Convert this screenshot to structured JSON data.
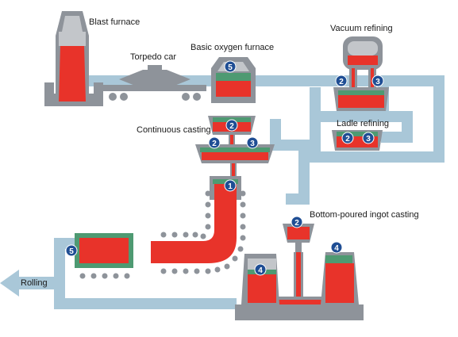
{
  "labels": {
    "blast_furnace": "Blast furnace",
    "torpedo_car": "Torpedo car",
    "basic_oxygen_furnace": "Basic oxygen furnace",
    "vacuum_refining": "Vacuum refining",
    "ladle_refining": "Ladle refining",
    "continuous_casting": "Continuous casting",
    "bottom_poured_ingot_casting": "Bottom-poured ingot casting",
    "rolling": "Rolling"
  },
  "badges": {
    "bof": "5",
    "vacuum_left": "2",
    "vacuum_right": "3",
    "ladle_left": "2",
    "ladle_right": "3",
    "cc_ladle": "2",
    "tundish_left": "2",
    "tundish_right": "3",
    "mould": "1",
    "slab": "5",
    "ingot_ladle": "2",
    "ingot_left": "4",
    "ingot_right": "4"
  },
  "colors": {
    "flow": "#a9c7d8",
    "molten_steel": "#e8332a",
    "slag": "#4e9a72",
    "vessel": "#8e939a",
    "vessel_light": "#c3c6ca",
    "badge": "#1f4e94"
  }
}
